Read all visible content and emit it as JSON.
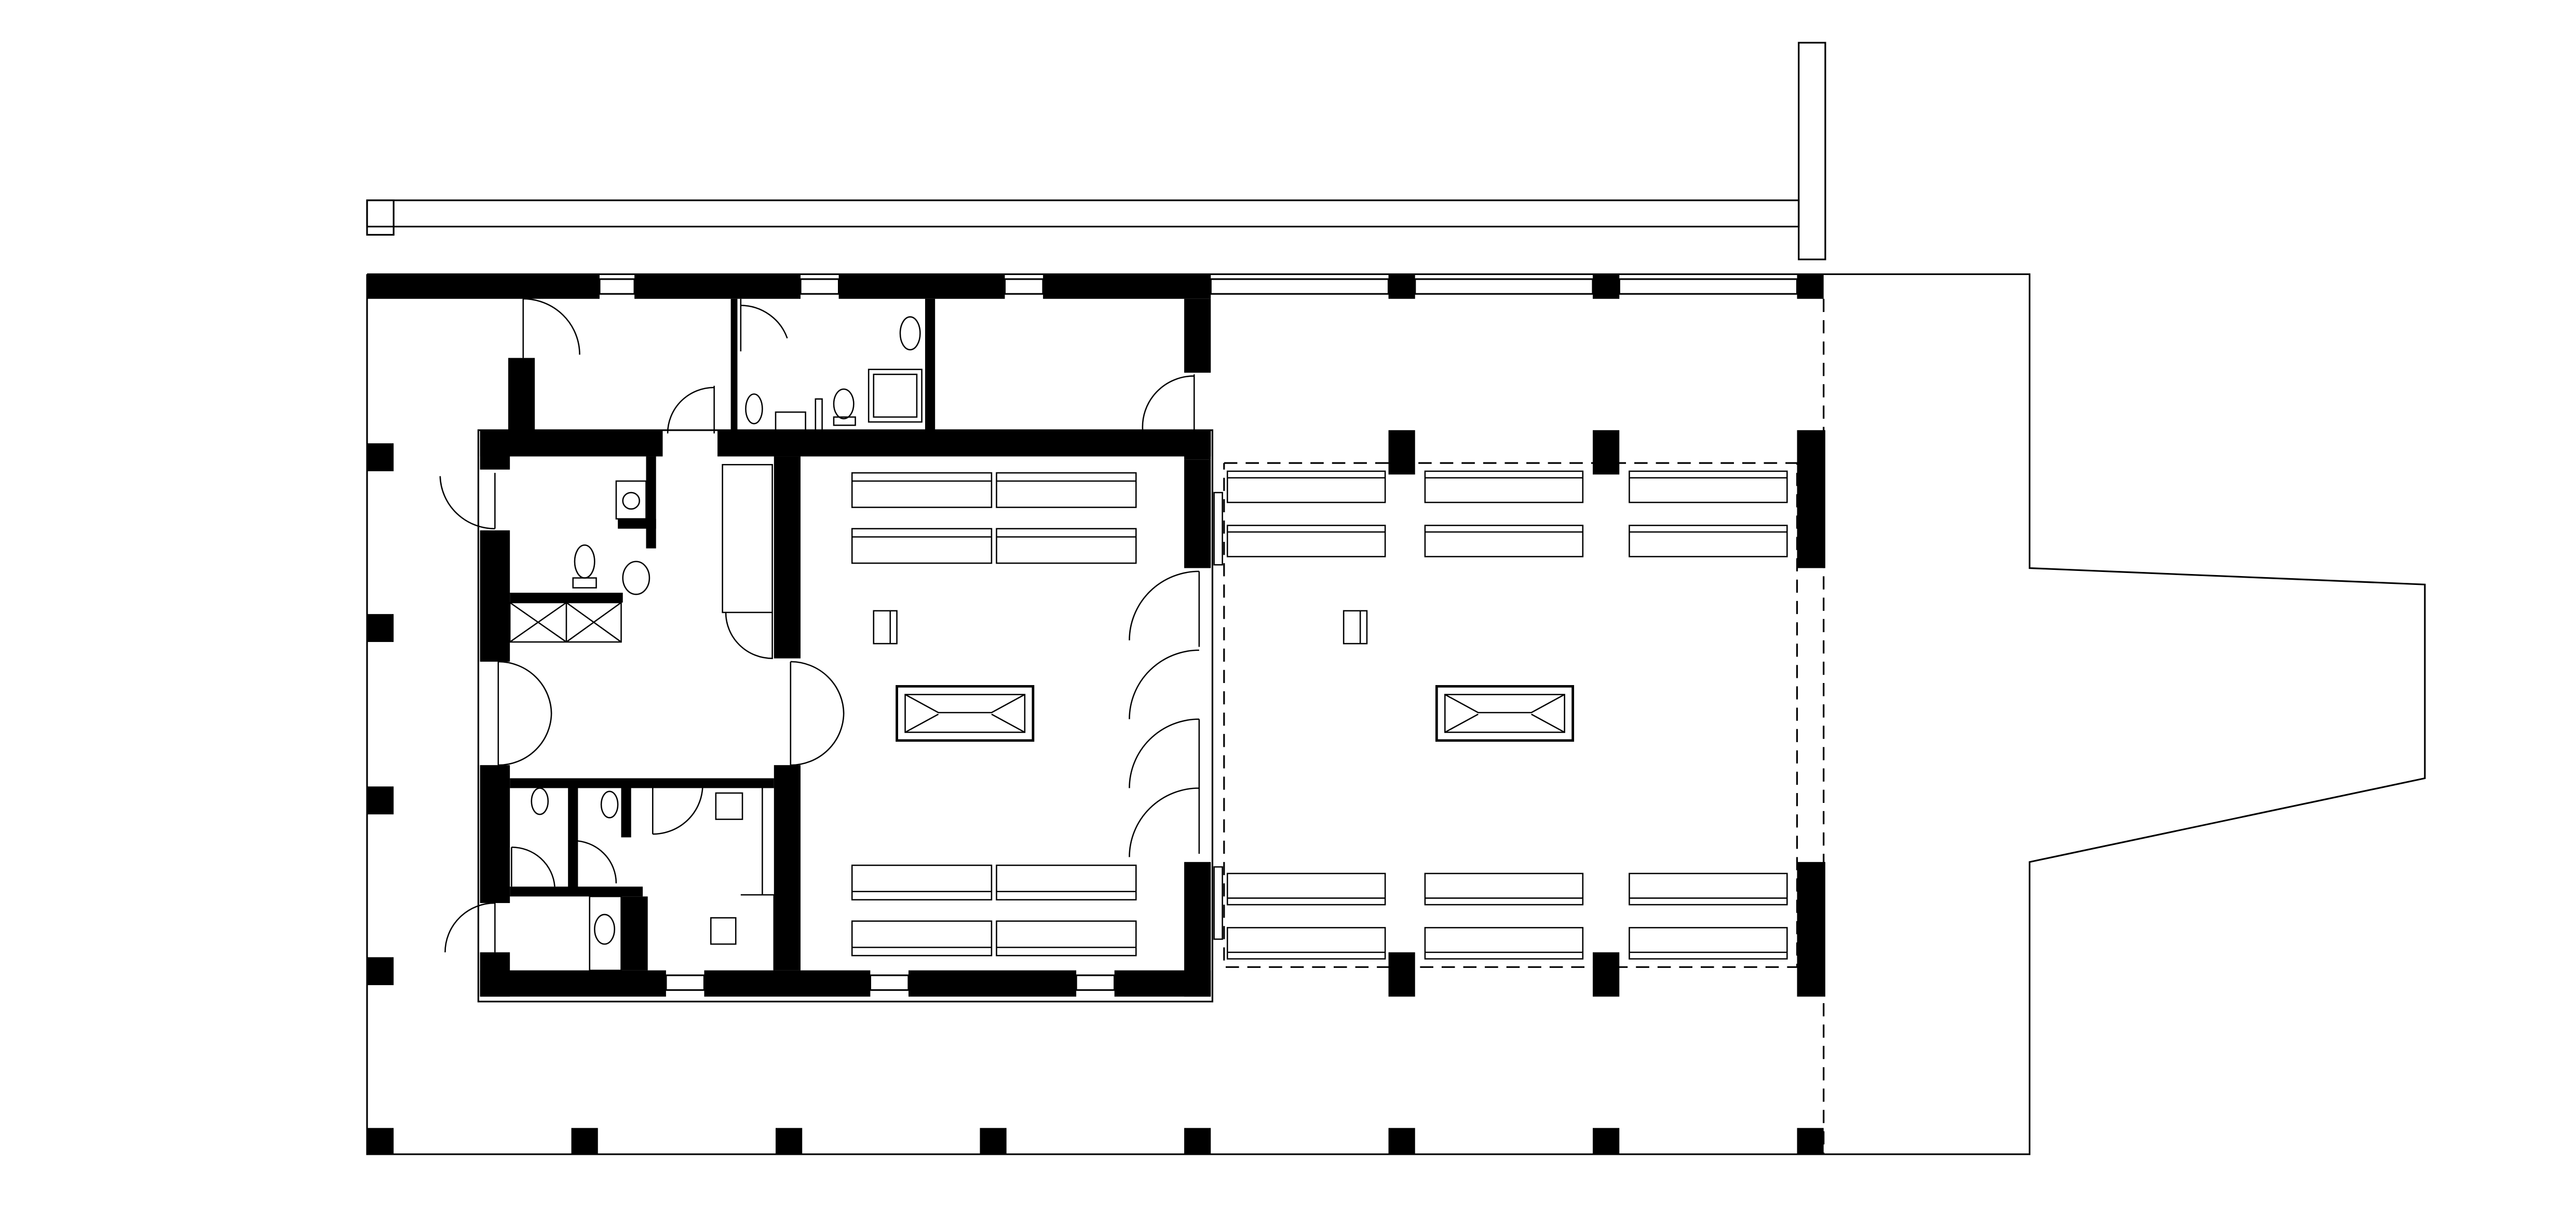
{
  "drawing": {
    "kind": "floor-plan",
    "labels_present": false
  },
  "colors": {
    "background": "#ffffff",
    "line": "#000000",
    "wall_fill": "#000000"
  },
  "spaces": {
    "main_hall": {
      "bench_rows": 4,
      "benches_per_row": 2,
      "catafalque": 1
    },
    "open_hall": {
      "bench_rows": 4,
      "benches_per_row": 3,
      "catafalque": 1
    },
    "toilet_blocks": 2,
    "double_doors": 4
  }
}
